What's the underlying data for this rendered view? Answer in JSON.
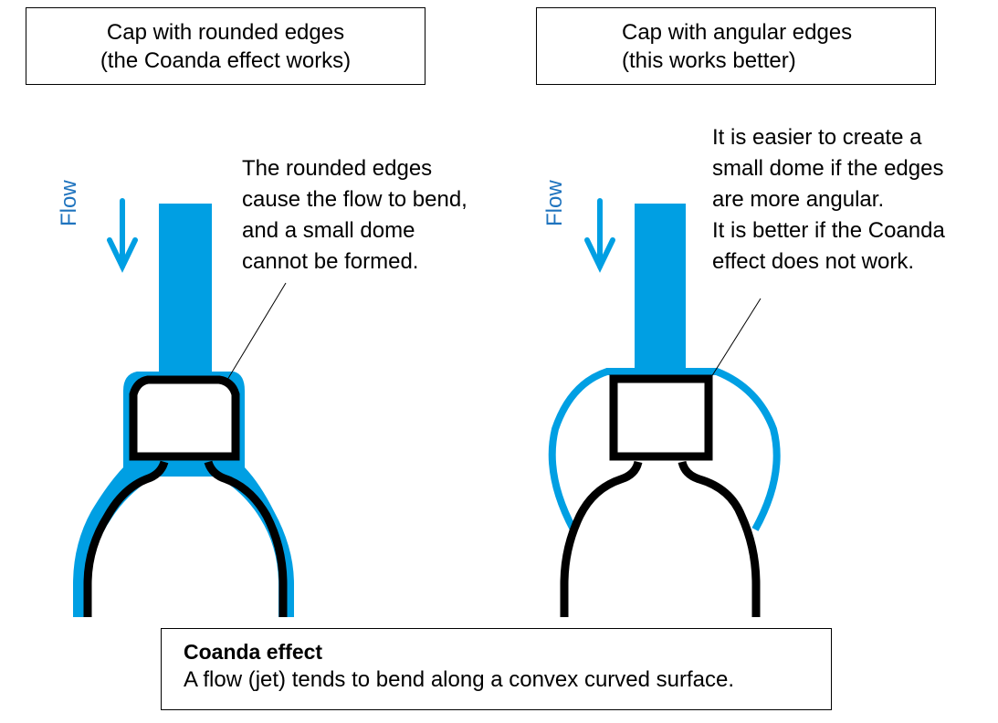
{
  "colors": {
    "flow_blue": "#009fe3",
    "label_blue": "#1e73be",
    "outline": "#000000"
  },
  "left_panel": {
    "title_lines": [
      "Cap with rounded edges",
      "(the Coanda effect works)"
    ],
    "flow_label": "Flow",
    "callout_lines": [
      "The rounded edges",
      "cause the flow to bend,",
      "and a small dome",
      "cannot be formed."
    ]
  },
  "right_panel": {
    "title_lines": [
      "Cap with angular edges",
      "(this works better)"
    ],
    "flow_label": "Flow",
    "callout_lines": [
      "It is easier to create a",
      "small dome if the edges",
      "are more angular.",
      "It is better if the Coanda",
      "effect does not work."
    ]
  },
  "definition": {
    "title": "Coanda effect",
    "text": "A flow (jet) tends to bend along a convex curved surface."
  },
  "icons": {
    "flow_arrow": "arrow-down-icon"
  }
}
